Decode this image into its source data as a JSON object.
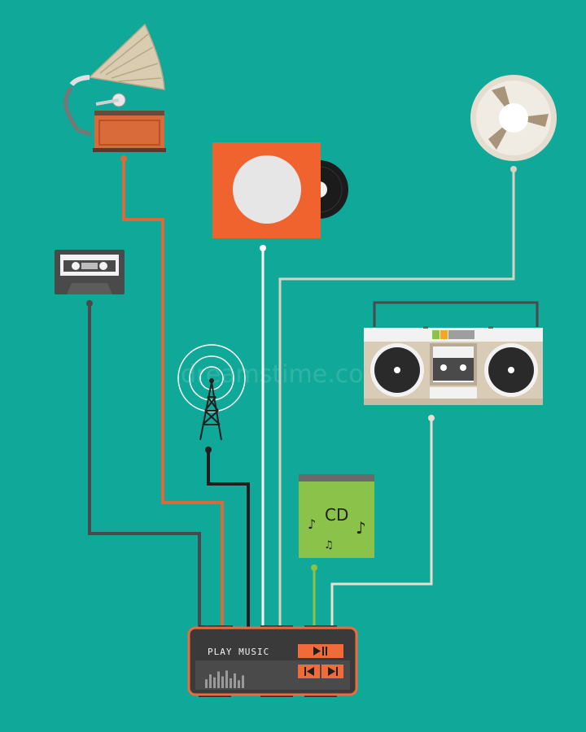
{
  "player": {
    "label": "PLAY MUSIC",
    "play_pause_button": "play-pause-icon",
    "prev_button": "skip-back-icon",
    "next_button": "skip-forward-icon",
    "equalizer_levels": [
      0.45,
      0.7,
      0.55,
      0.85,
      0.6,
      0.9,
      0.5,
      0.75,
      0.4,
      0.65
    ]
  },
  "cd_card": {
    "label": "CD"
  },
  "watermark": {
    "text": "dreamstime.com"
  },
  "colors": {
    "background": "#10a898",
    "gramophone_cable": "#d96a3a",
    "cassette_cable": "#4a4a4a",
    "antenna_cable": "#1f1f1f",
    "vinyl_cable": "#ffffff",
    "reel_cable": "#d8d2c4",
    "cd_cable": "#8bc34a",
    "boombox_cable": "#e6e0d2",
    "player_body": "#3a3a3a",
    "player_accent": "#f06a3a"
  },
  "icons": [
    "gramophone-icon",
    "vinyl-record-icon",
    "tape-reel-icon",
    "cassette-icon",
    "radio-tower-icon",
    "boombox-icon",
    "cd-case-icon",
    "music-note-icon"
  ]
}
